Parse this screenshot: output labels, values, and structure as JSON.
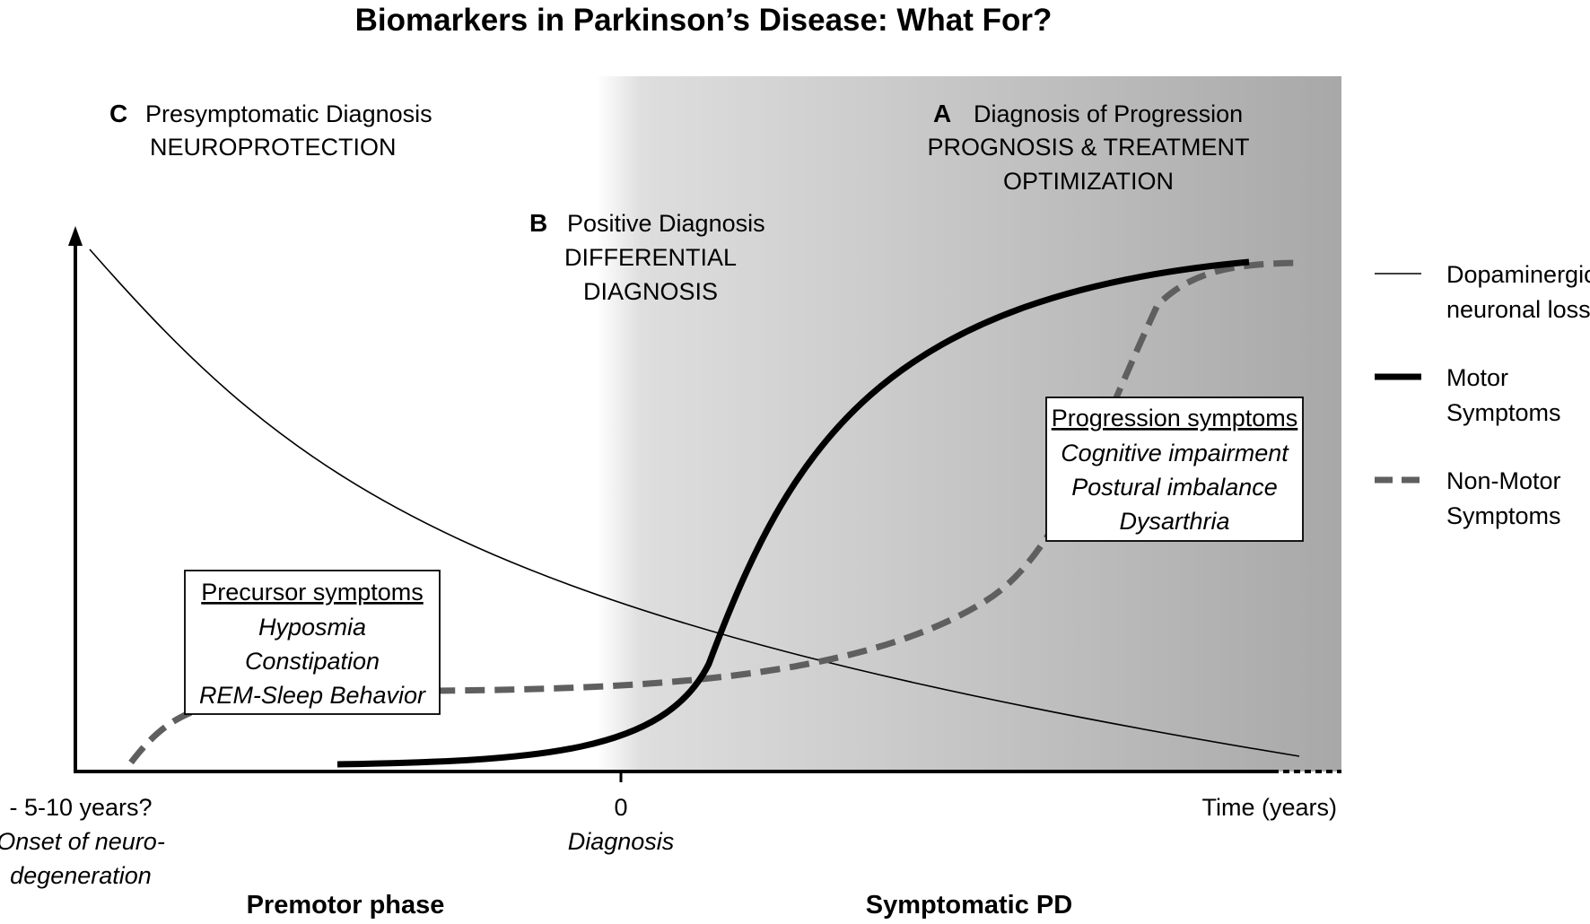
{
  "title": "Biomarkers in Parkinson’s Disease: What For?",
  "panels": {
    "c": {
      "letter": "C",
      "line1": "Presymptomatic Diagnosis",
      "line2": "NEUROPROTECTION"
    },
    "b": {
      "letter": "B",
      "line1": "Positive Diagnosis",
      "line2": "DIFFERENTIAL",
      "line3": "DIAGNOSIS"
    },
    "a": {
      "letter": "A",
      "line1": "Diagnosis of Progression",
      "line2": "PROGNOSIS & TREATMENT",
      "line3": "OPTIMIZATION"
    }
  },
  "precursor_box": {
    "heading": "Precursor symptoms",
    "items": [
      "Hyposmia",
      "Constipation",
      "REM-Sleep Behavior"
    ]
  },
  "progression_box": {
    "heading": "Progression symptoms",
    "items": [
      "Cognitive impairment",
      "Postural imbalance",
      "Dysarthria"
    ]
  },
  "legend": {
    "dopaminergic": [
      "Dopaminergic",
      "neuronal loss"
    ],
    "motor": [
      "Motor",
      "Symptoms"
    ],
    "nonmotor": [
      "Non-Motor",
      "Symptoms"
    ]
  },
  "axis": {
    "left_tick": "- 5-10 years?",
    "left_sub1": "Onset of neuro-",
    "left_sub2": "degeneration",
    "mid_tick": "0",
    "mid_sub": "Diagnosis",
    "right_tick": "Time (years)"
  },
  "phases": {
    "premotor": "Premotor phase",
    "symptomatic": "Symptomatic PD"
  },
  "colors": {
    "line": "#000000",
    "nonmotor": "#5f5f5f",
    "shade_start": "#dcdcdc",
    "shade_end": "#a9a9a9"
  }
}
